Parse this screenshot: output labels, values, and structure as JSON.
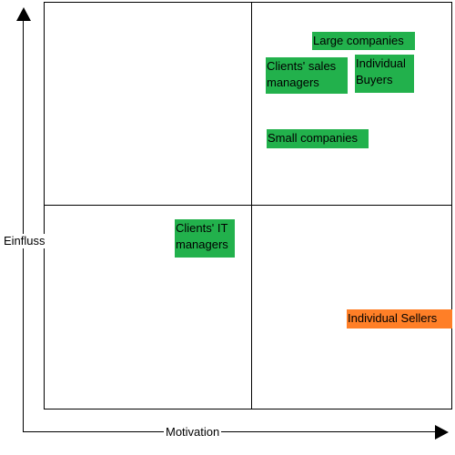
{
  "axes": {
    "y_label": "Einfluss",
    "x_label": "Motivation"
  },
  "colors": {
    "high_priority": "#22b14c",
    "low_priority": "#ff7f27",
    "lines": "#000000"
  },
  "stakeholders": [
    {
      "id": "large-companies",
      "label": "Large companies",
      "color": "#22b14c"
    },
    {
      "id": "clients-sales-managers",
      "label": "Clients' sales managers",
      "color": "#22b14c"
    },
    {
      "id": "individual-buyers",
      "label": "Individual Buyers",
      "color": "#22b14c"
    },
    {
      "id": "small-companies",
      "label": "Small companies",
      "color": "#22b14c"
    },
    {
      "id": "clients-it-managers",
      "label": "Clients' IT managers",
      "color": "#22b14c"
    },
    {
      "id": "individual-sellers",
      "label": "Individual Sellers",
      "color": "#ff7f27"
    }
  ]
}
